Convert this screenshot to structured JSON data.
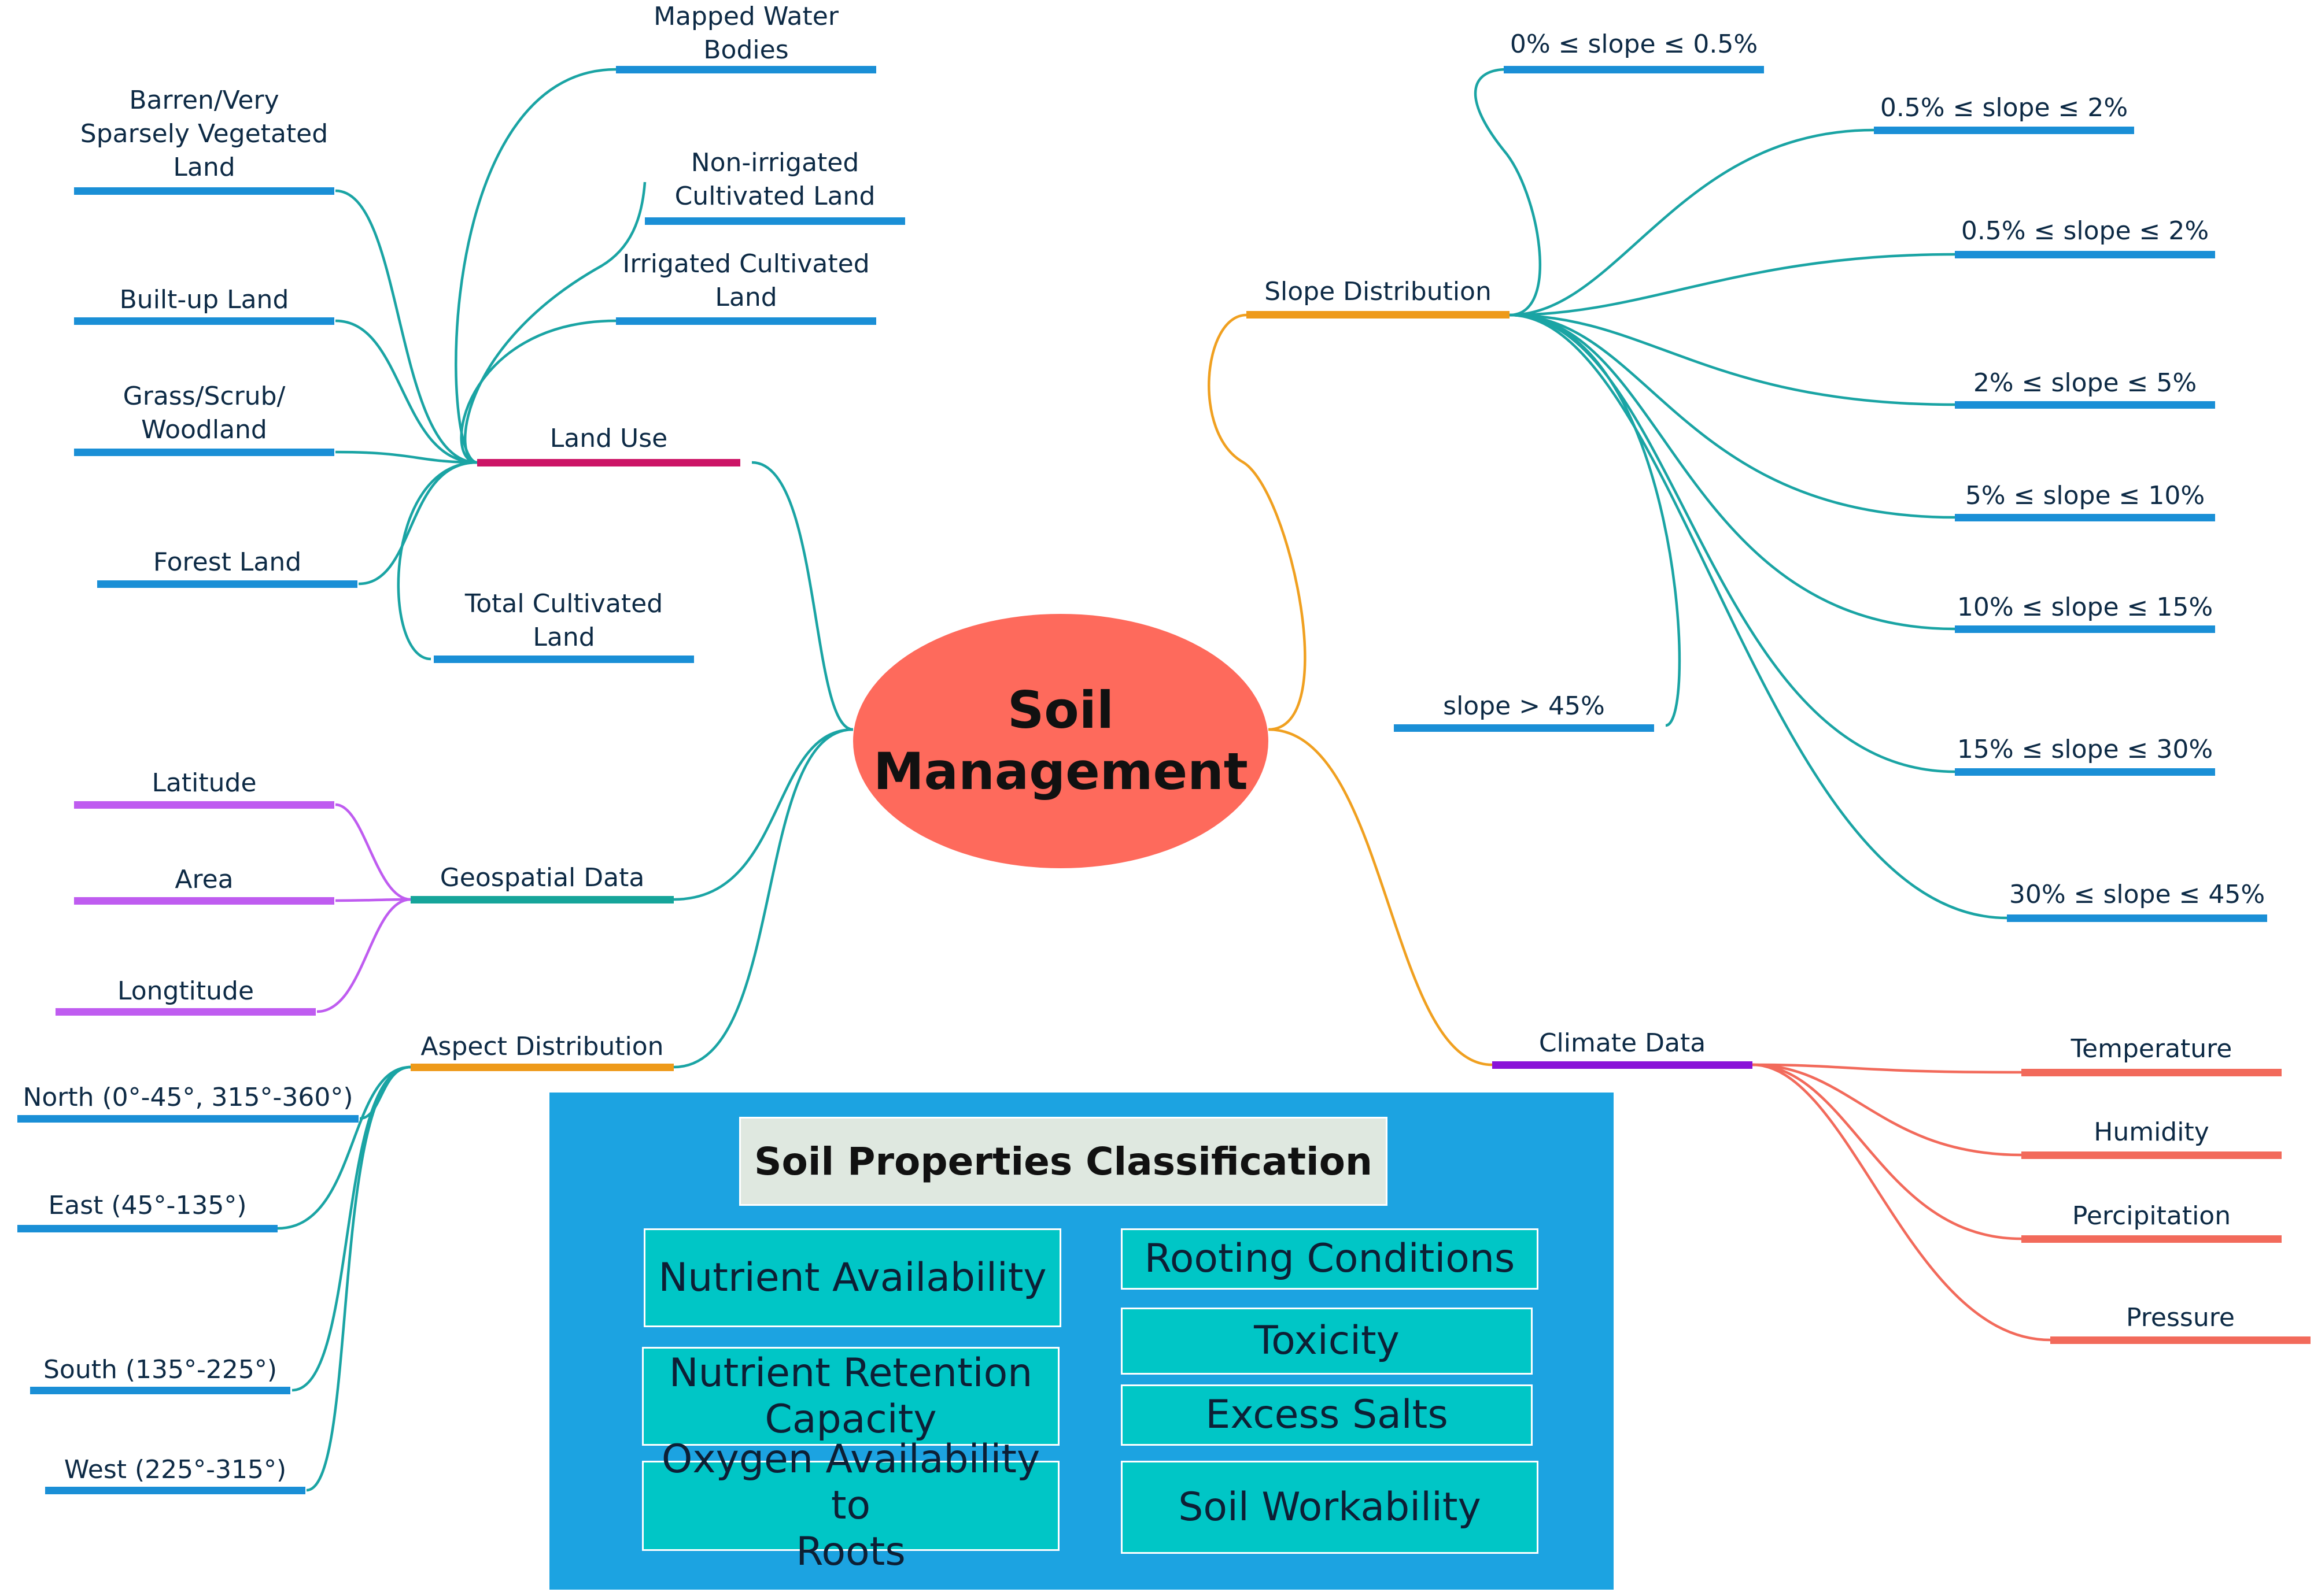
{
  "center": {
    "title": "Soil\nManagement",
    "color": "#fe6a5c"
  },
  "colors": {
    "edge_teal": "#1aa4a4",
    "edge_orange": "#f0a020",
    "edge_purple": "#bf5cf0",
    "edge_red": "#f26a5b",
    "leaf_bar": "#1a8fd6",
    "panel": "#1ca3e1",
    "prop_box": "#00c6c6",
    "arrow": "#0a2ec8"
  },
  "branches": {
    "land_use": {
      "label": "Land Use",
      "bar_color": "#cc1466",
      "leaves": [
        "Mapped Water\nBodies",
        "Barren/Very\nSparsely Vegetated\nLand",
        "Non-irrigated\nCultivated Land",
        "Built-up Land",
        "Irrigated Cultivated\nLand",
        "Grass/Scrub/\nWoodland",
        "Forest Land",
        "Total Cultivated\nLand"
      ]
    },
    "geospatial": {
      "label": "Geospatial Data",
      "bar_color": "#16a59a",
      "leaves": [
        "Latitude",
        "Area",
        "Longtitude"
      ]
    },
    "aspect": {
      "label": "Aspect Distribution",
      "bar_color": "#ee9a1a",
      "leaves": [
        "North (0°-45°, 315°-360°)",
        "East (45°-135°)",
        "South (135°-225°)",
        "West (225°-315°)"
      ]
    },
    "slope": {
      "label": "Slope Distribution",
      "bar_color": "#ee9a1a",
      "leaves": [
        "0% ≤ slope ≤ 0.5%",
        "0.5% ≤ slope ≤ 2%",
        "0.5% ≤ slope ≤ 2%",
        "2% ≤ slope ≤ 5%",
        "5% ≤ slope ≤ 10%",
        "10% ≤ slope ≤ 15%",
        "slope > 45%",
        "15% ≤ slope ≤ 30%",
        "30% ≤ slope ≤ 45%"
      ]
    },
    "climate": {
      "label": "Climate Data",
      "bar_color": "#8a12d8",
      "leaves": [
        "Temperature",
        "Humidity",
        "Percipitation",
        "Pressure"
      ]
    }
  },
  "classification": {
    "title": "Soil Properties Classification",
    "properties": [
      "Nutrient Availability",
      "Rooting Conditions",
      "Nutrient Retention\nCapacity",
      "Toxicity",
      "Excess Salts",
      "Oxygen Availability to\nRoots",
      "Soil Workability"
    ]
  }
}
